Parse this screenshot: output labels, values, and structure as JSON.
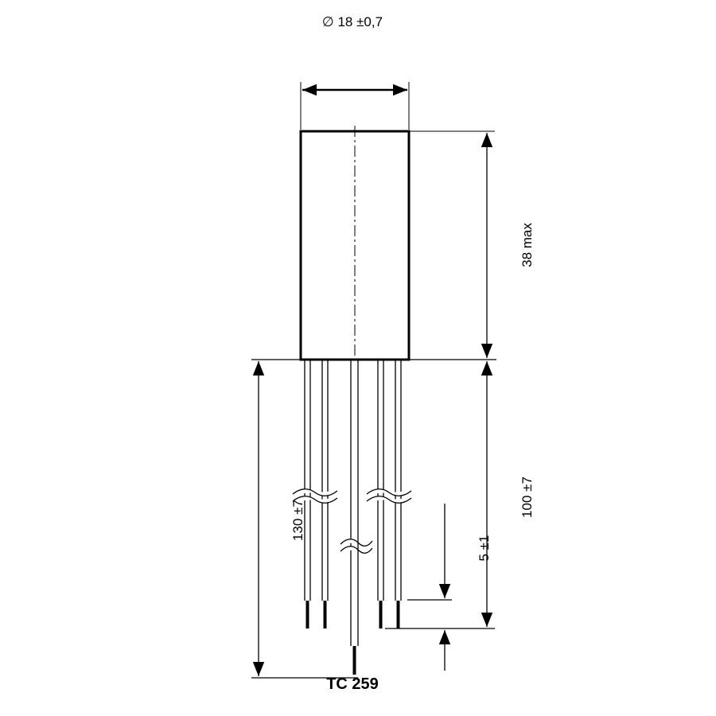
{
  "drawing": {
    "diameter_label": "∅ 18 ±0,7",
    "height_label": "38 max",
    "lead_long_label": "130 ±7",
    "lead_short_label": "100 ±7",
    "tip_label": "5 ±1",
    "caption": "TC 259"
  },
  "colors": {
    "line": "#000000",
    "background": "#ffffff"
  }
}
